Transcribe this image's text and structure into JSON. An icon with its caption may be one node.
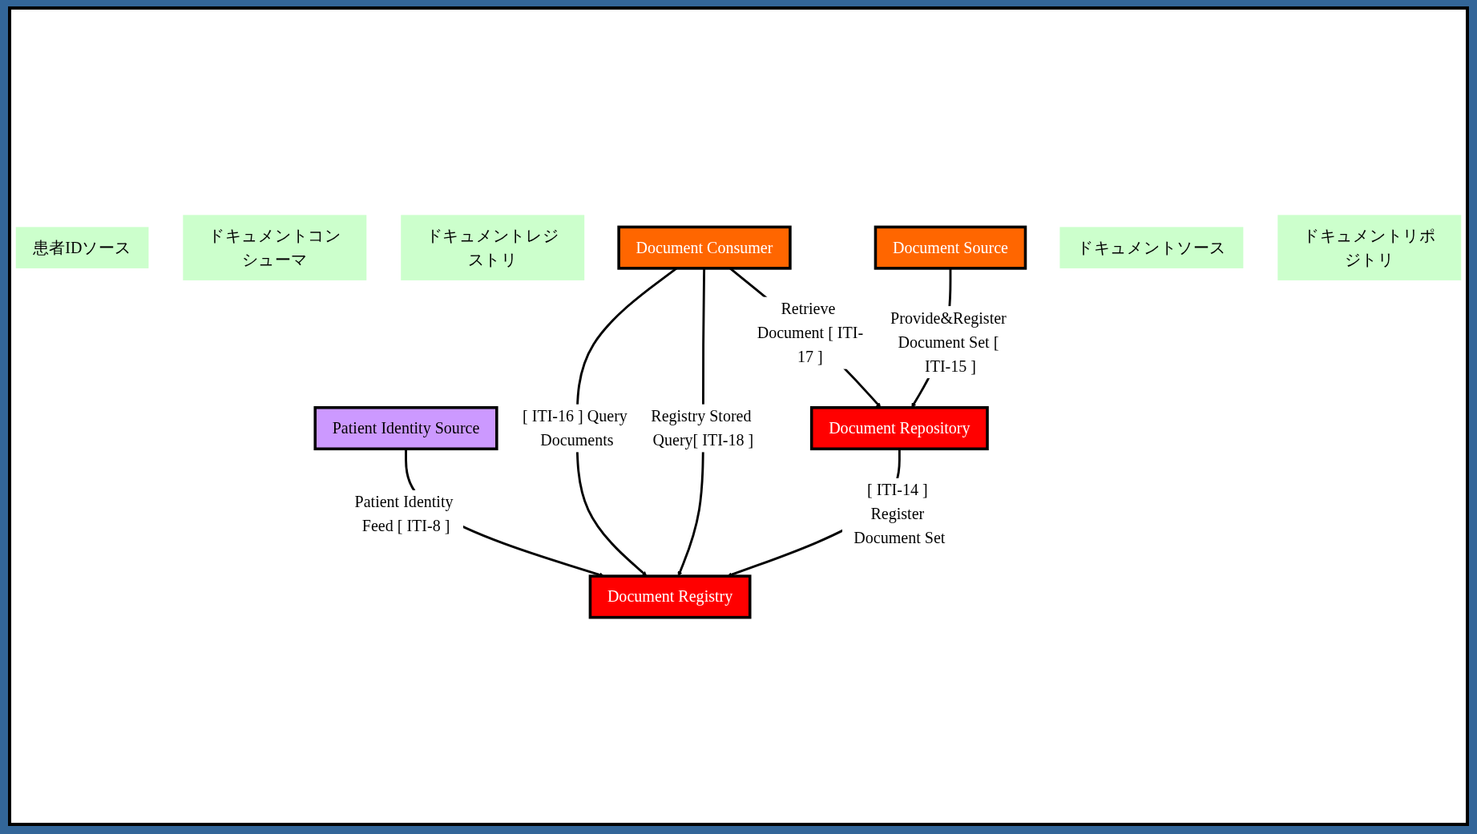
{
  "diagram": {
    "nodes": [
      {
        "text": [
          "Patient Identity Source"
        ]
      },
      {
        "text": [
          "患者IDソース"
        ]
      },
      {
        "text": [
          "ドキュメントコンシューマ"
        ]
      },
      {
        "text": [
          "ドキュメントレジストリ"
        ]
      },
      {
        "text": [
          "Document Registry"
        ]
      },
      {
        "text": [
          "Document Consumer"
        ]
      },
      {
        "text": [
          "Document Source"
        ]
      },
      {
        "text": [
          "Document Repository"
        ]
      },
      {
        "text": [
          "ドキュメントソース"
        ]
      },
      {
        "text": [
          "ドキュメントリポジトリ"
        ]
      }
    ],
    "edges": [
      {
        "from": 0,
        "to": 4,
        "arrow": "to",
        "label": "Patient Identity Feed [ ITI-8 ]"
      },
      {
        "from": 5,
        "to": 4,
        "arrow": "to",
        "label": "[ ITI-16 ] Query Documents"
      },
      {
        "from": 5,
        "to": 4,
        "arrow": "to",
        "label": "Registry Stored Query[ ITI-18 ]"
      },
      {
        "from": 7,
        "to": 4,
        "arrow": "to",
        "label": "[ ITI-14 ] Register Document Set"
      },
      {
        "from": 6,
        "to": 7,
        "arrow": "to",
        "label": "Provide&Register Document Set [ ITI-15 ]"
      },
      {
        "from": 5,
        "to": 7,
        "arrow": "to",
        "label": "Retrieve Document [ ITI-17 ]"
      }
    ]
  }
}
